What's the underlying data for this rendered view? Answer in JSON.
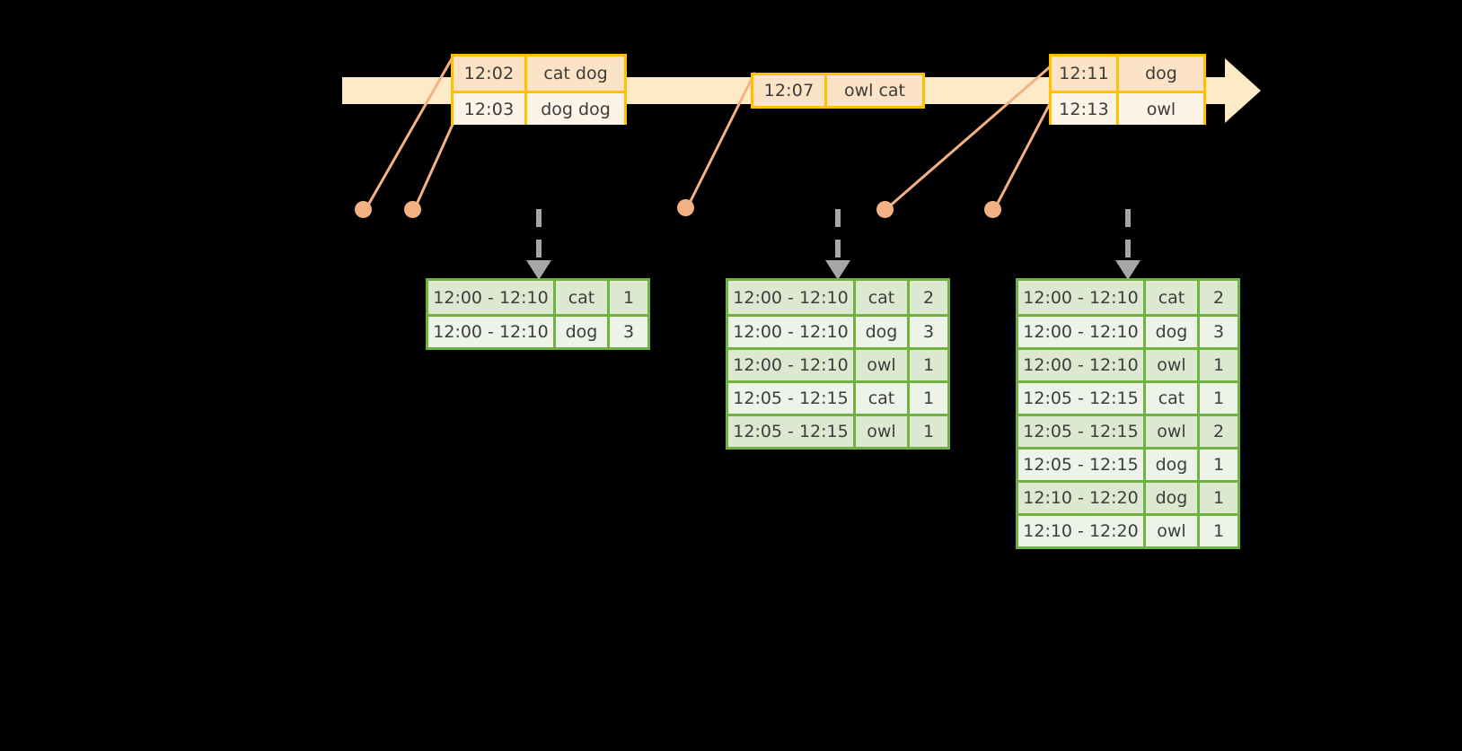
{
  "diagram": {
    "title": "sliding-window-word-count-timeline",
    "colors": {
      "timeline_bar": "#FDEBC8",
      "event_border": "#FFC000",
      "event_fill_alt": "#FDE3C6",
      "event_fill_light": "#FEF3E7",
      "connector": "#F4B183",
      "dot": "#F4B183",
      "table_border": "#6FB23F",
      "table_fill_shade": "#DCE8D0",
      "table_fill_light": "#EDF3E8",
      "dashed_arrow": "#A6A6A6",
      "background": "#000000",
      "text": "#3B3B3B"
    }
  },
  "timeline": {
    "name": "event-timeline-arrow",
    "event_groups": [
      {
        "id": "group-1",
        "rows": [
          {
            "time": "12:02",
            "words": "cat dog"
          },
          {
            "time": "12:03",
            "words": "dog dog"
          }
        ]
      },
      {
        "id": "group-2",
        "rows": [
          {
            "time": "12:07",
            "words": "owl cat"
          }
        ]
      },
      {
        "id": "group-3",
        "rows": [
          {
            "time": "12:11",
            "words": "dog"
          },
          {
            "time": "12:13",
            "words": "owl"
          }
        ]
      }
    ]
  },
  "results": [
    {
      "id": "result-table-1",
      "rows": [
        {
          "window": "12:00 - 12:10",
          "word": "cat",
          "count": "1"
        },
        {
          "window": "12:00 - 12:10",
          "word": "dog",
          "count": "3"
        }
      ]
    },
    {
      "id": "result-table-2",
      "rows": [
        {
          "window": "12:00 - 12:10",
          "word": "cat",
          "count": "2"
        },
        {
          "window": "12:00 - 12:10",
          "word": "dog",
          "count": "3"
        },
        {
          "window": "12:00 - 12:10",
          "word": "owl",
          "count": "1"
        },
        {
          "window": "12:05 - 12:15",
          "word": "cat",
          "count": "1"
        },
        {
          "window": "12:05 - 12:15",
          "word": "owl",
          "count": "1"
        }
      ]
    },
    {
      "id": "result-table-3",
      "rows": [
        {
          "window": "12:00 - 12:10",
          "word": "cat",
          "count": "2"
        },
        {
          "window": "12:00 - 12:10",
          "word": "dog",
          "count": "3"
        },
        {
          "window": "12:00 - 12:10",
          "word": "owl",
          "count": "1"
        },
        {
          "window": "12:05 - 12:15",
          "word": "cat",
          "count": "1"
        },
        {
          "window": "12:05 - 12:15",
          "word": "owl",
          "count": "2"
        },
        {
          "window": "12:05 - 12:15",
          "word": "dog",
          "count": "1"
        },
        {
          "window": "12:10 - 12:20",
          "word": "dog",
          "count": "1"
        },
        {
          "window": "12:10 - 12:20",
          "word": "owl",
          "count": "1"
        }
      ]
    }
  ],
  "markers": {
    "name": "event-origin-dots",
    "dots": [
      {
        "id": "dot-1"
      },
      {
        "id": "dot-2"
      },
      {
        "id": "dot-3"
      },
      {
        "id": "dot-4"
      },
      {
        "id": "dot-5"
      }
    ]
  }
}
